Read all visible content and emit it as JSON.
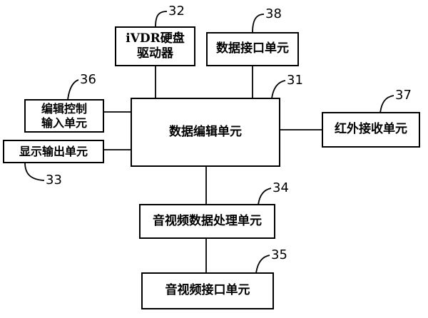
{
  "blocks": {
    "ivdr": {
      "line1": "iVDR硬盘",
      "line2": "驱动器",
      "ref": "32"
    },
    "data_interface": {
      "label": "数据接口单元",
      "ref": "38"
    },
    "edit_control": {
      "line1": "编辑控制",
      "line2": "输入单元",
      "ref": "36"
    },
    "data_edit": {
      "label": "数据编辑单元",
      "ref": "31"
    },
    "infrared": {
      "label": "红外接收单元",
      "ref": "37"
    },
    "display": {
      "label": "显示输出单元",
      "ref": "33"
    },
    "av_processing": {
      "label": "音视频数据处理单元",
      "ref": "34"
    },
    "av_interface": {
      "label": "音视频接口单元",
      "ref": "35"
    }
  }
}
